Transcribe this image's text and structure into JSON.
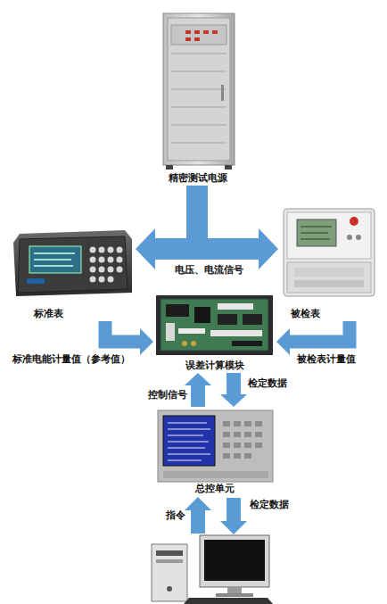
{
  "diagram": {
    "nodes": [
      {
        "text": [
          "精密测试电源"
        ]
      },
      {
        "text": [
          "标准表"
        ]
      },
      {
        "text": [
          "被检表"
        ]
      },
      {
        "text": [
          "误差计算模块"
        ]
      },
      {
        "text": [
          "总控单元"
        ]
      }
    ],
    "edges": [
      {
        "from": 0,
        "to": 1,
        "arrow": "to"
      },
      {
        "from": 0,
        "to": 2,
        "arrow": "to"
      },
      {
        "from": 1,
        "to": 3,
        "label": "标准电能计量值（参考值）",
        "arrow": "to"
      },
      {
        "from": 2,
        "to": 3,
        "label": "被检表计量值",
        "arrow": "to"
      },
      {
        "from": 4,
        "to": 3,
        "label": "控制信号",
        "arrow": "to"
      },
      {
        "from": 3,
        "to": 4,
        "label": "检定数据",
        "arrow": "to"
      }
    ],
    "labels": [
      "电压、电流信号",
      "指令",
      "检定数据"
    ]
  }
}
